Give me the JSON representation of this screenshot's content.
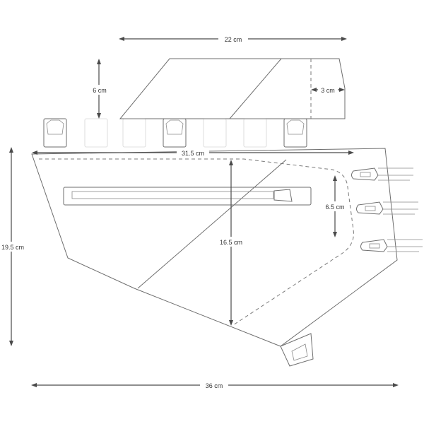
{
  "dimensions": {
    "top_width": "22 cm",
    "top_height": "6 cm",
    "side_depth": "3 cm",
    "top_length": "31.5 cm",
    "inner_height": "16.5 cm",
    "strap_spacing": "6.5 cm",
    "total_height": "19.5 cm",
    "total_length": "36 cm"
  },
  "colors": {
    "line": "#6e6e6e",
    "dimension": "#4a4a4a",
    "text": "#333333",
    "background": "#ffffff"
  }
}
